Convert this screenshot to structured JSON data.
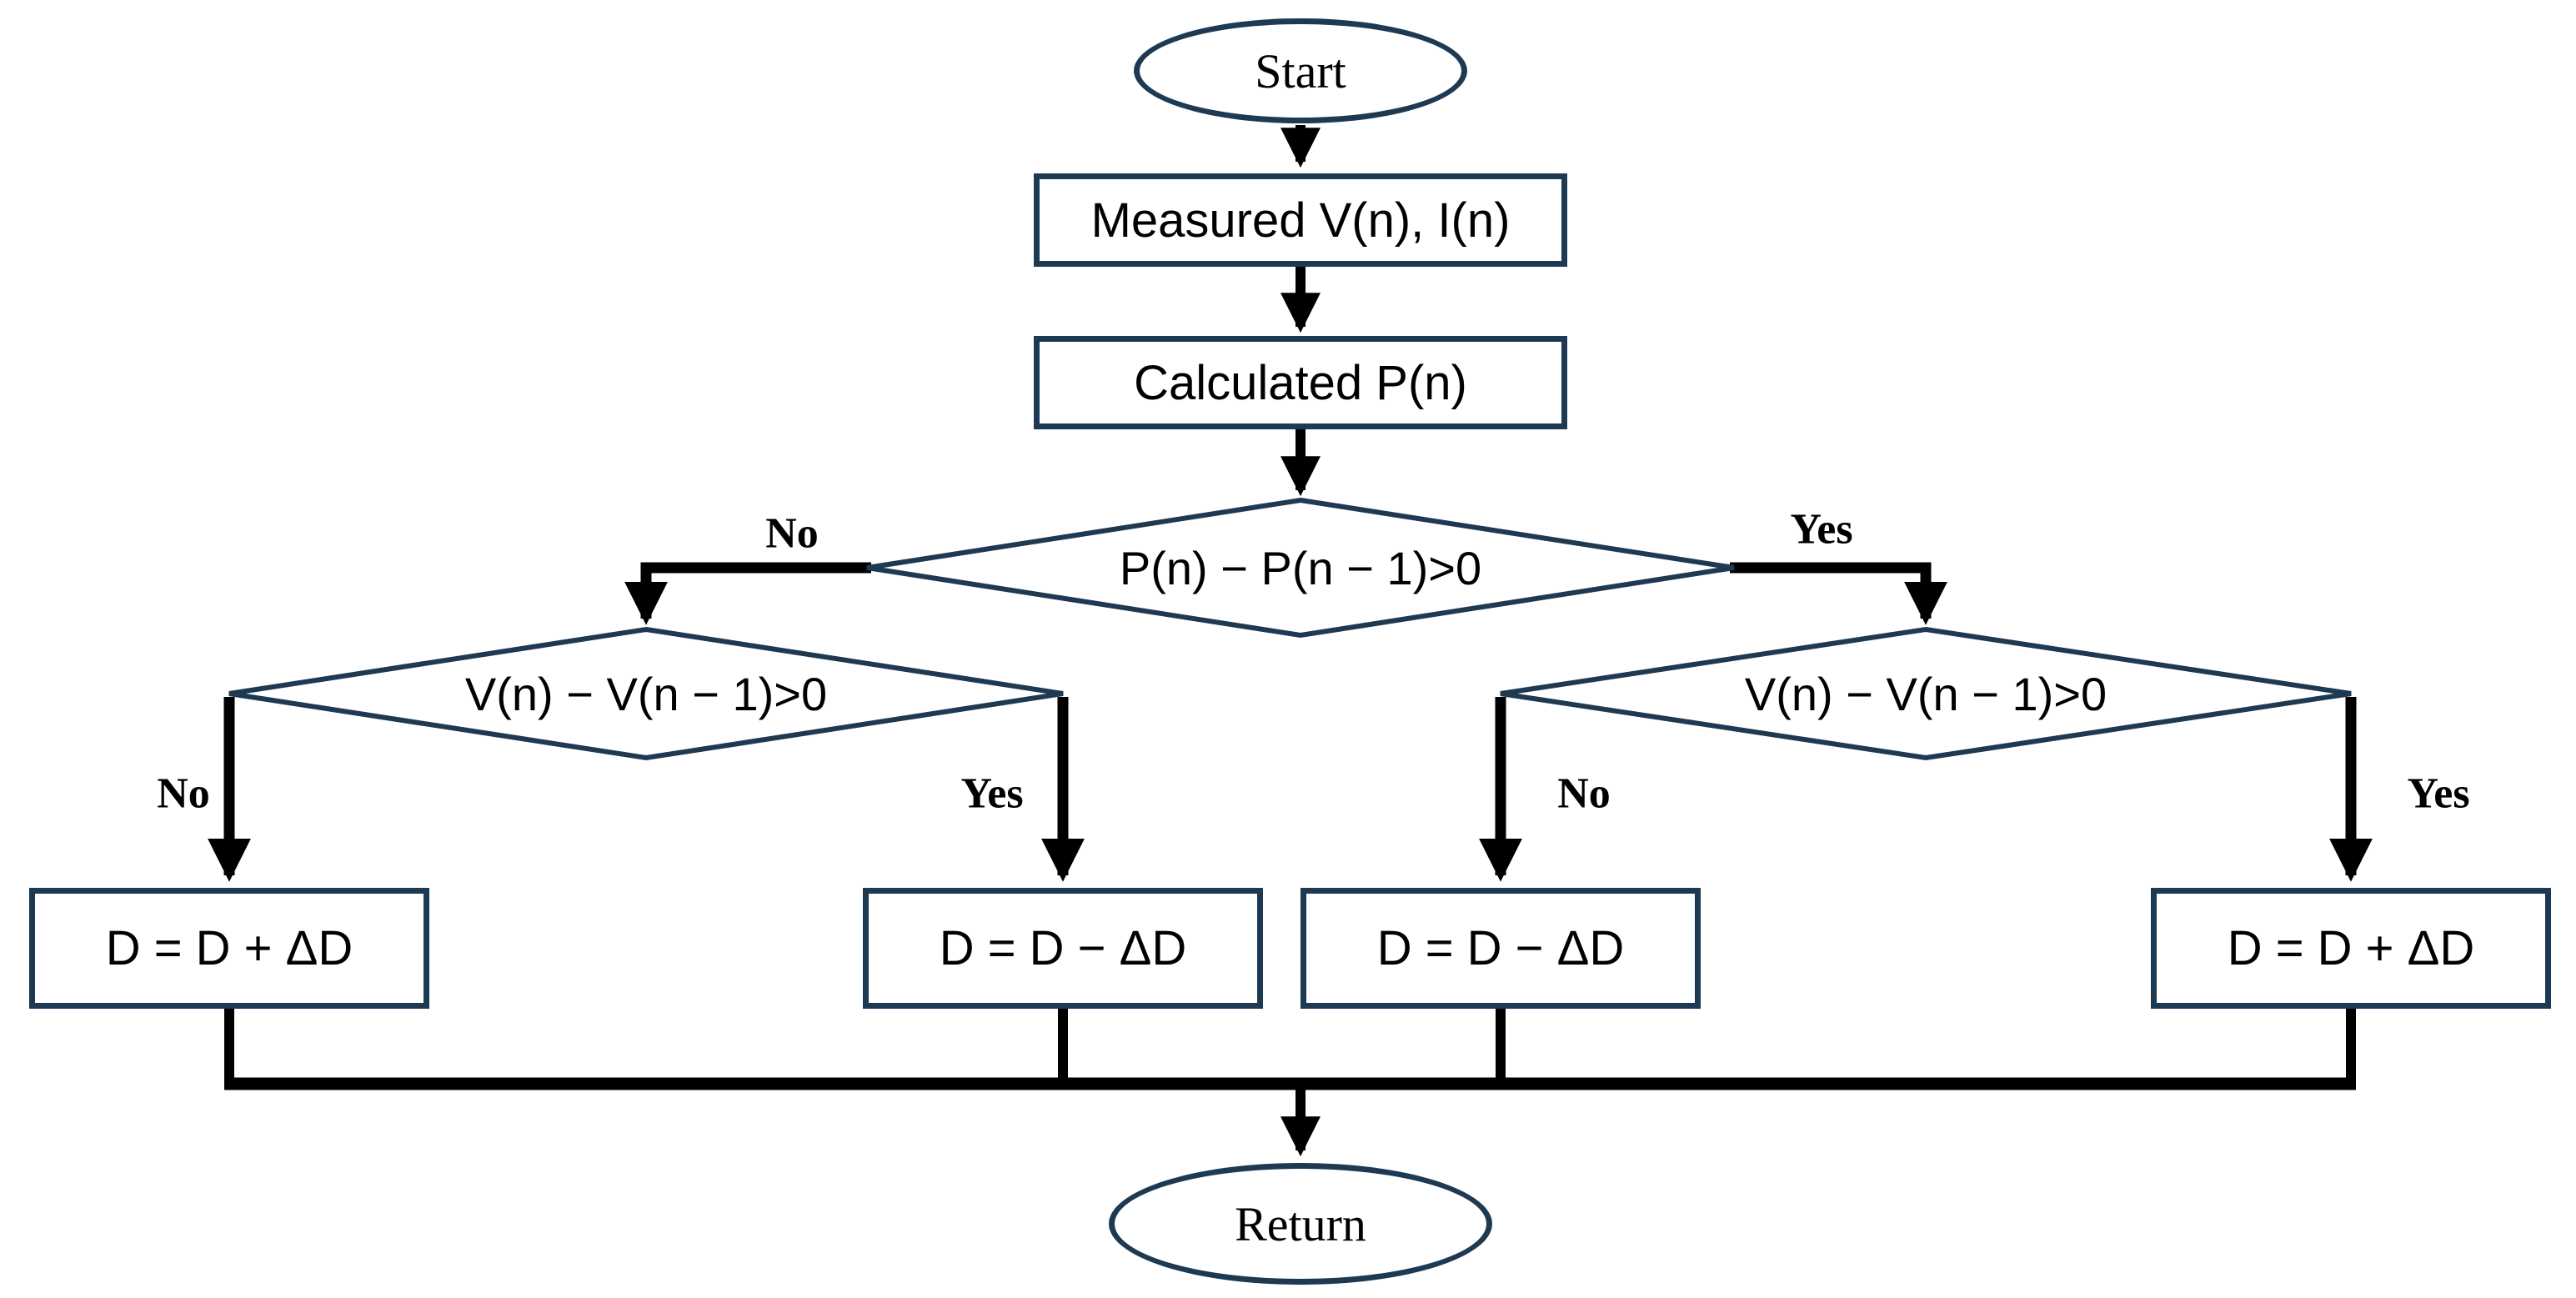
{
  "diagram": {
    "title": "P&O MPPT algorithm flowchart",
    "colors": {
      "shape_border": "#1e3a52",
      "line": "#000000",
      "text": "#000000",
      "bg": "#ffffff"
    },
    "nodes": {
      "start": {
        "type": "terminator",
        "label": "Start"
      },
      "measure": {
        "type": "process",
        "label": "Measured V(n), I(n)"
      },
      "calculate": {
        "type": "process",
        "label": "Calculated P(n)"
      },
      "power_check": {
        "type": "decision",
        "label": "P(n) − P(n − 1)>0"
      },
      "voltage_check_left": {
        "type": "decision",
        "label": "V(n) − V(n − 1)>0"
      },
      "voltage_check_right": {
        "type": "decision",
        "label": "V(n) − V(n − 1)>0"
      },
      "duty_left_no": {
        "type": "process",
        "label": "D = D + ΔD"
      },
      "duty_left_yes": {
        "type": "process",
        "label": "D = D − ΔD"
      },
      "duty_right_no": {
        "type": "process",
        "label": "D = D − ΔD"
      },
      "duty_right_yes": {
        "type": "process",
        "label": "D = D + ΔD"
      },
      "return": {
        "type": "terminator",
        "label": "Return"
      }
    },
    "edge_labels": {
      "power_no": "No",
      "power_yes": "Yes",
      "left_no": "No",
      "left_yes": "Yes",
      "right_no": "No",
      "right_yes": "Yes"
    }
  }
}
